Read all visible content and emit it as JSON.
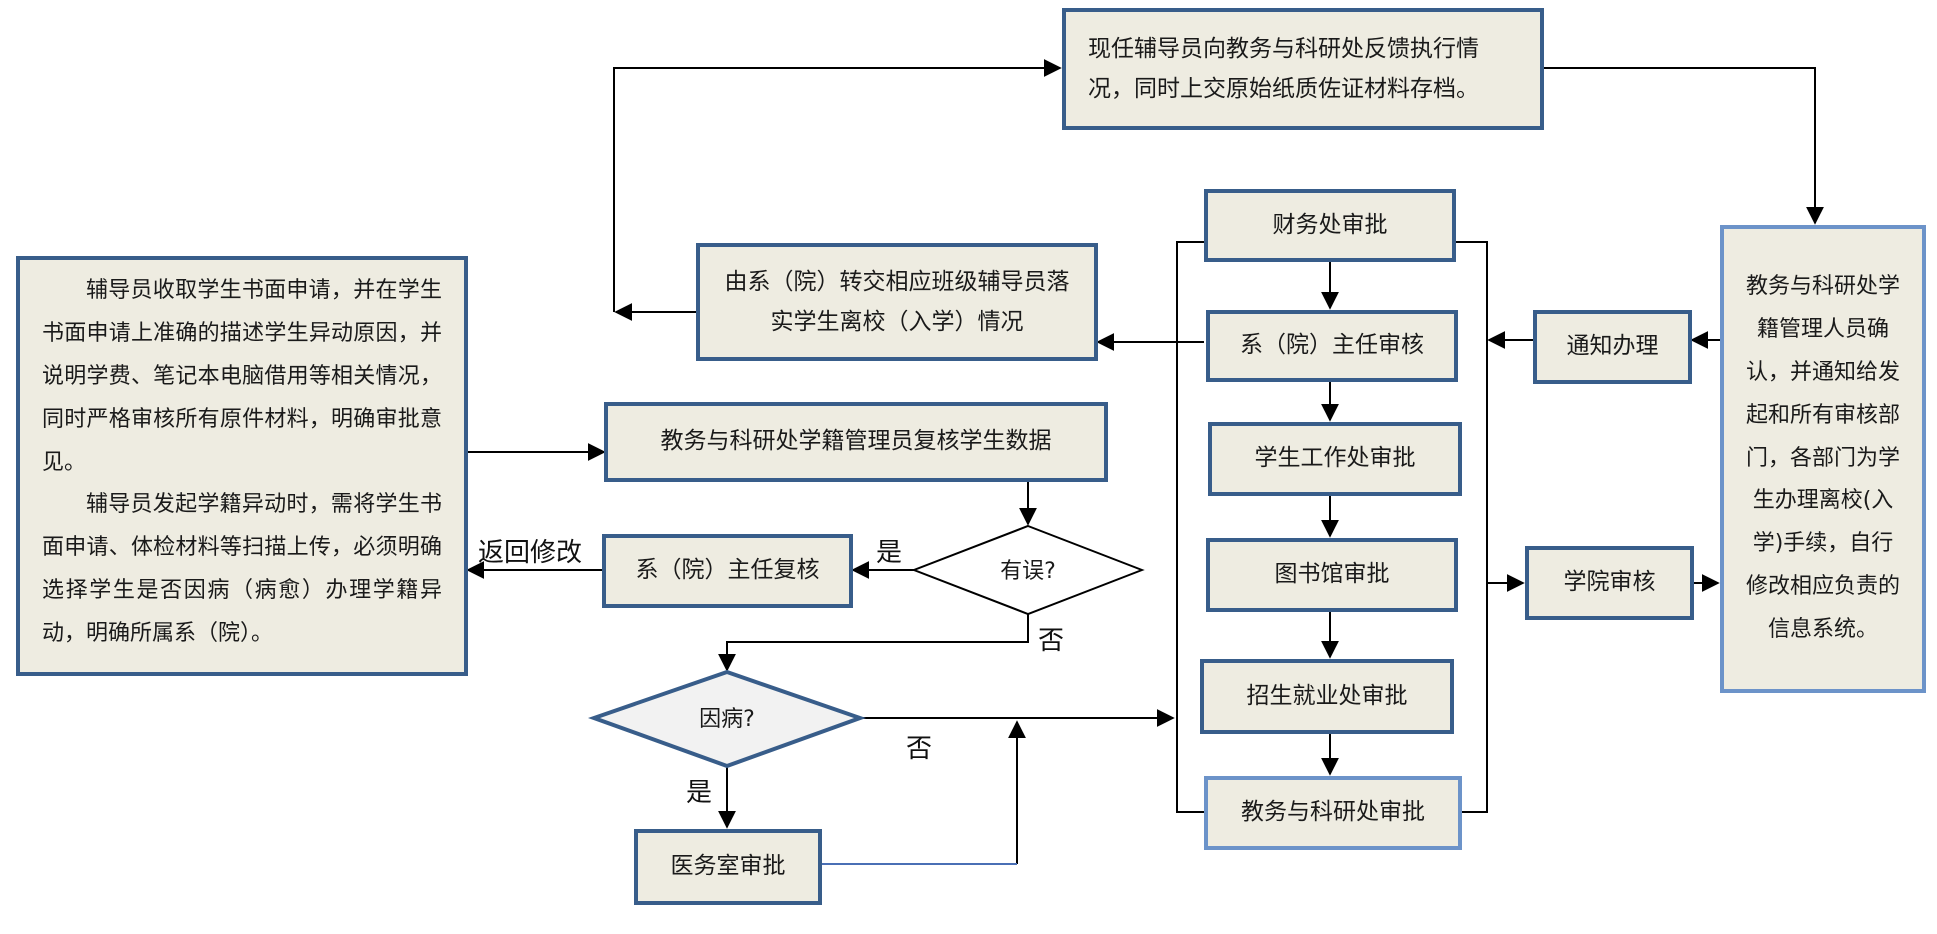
{
  "nodes": {
    "feedback": "现任辅导员向教务与科研处反馈执行情况，同时上交原始纸质佐证材料存档。",
    "counselor_p1": "辅导员收取学生书面申请，并在学生书面申请上准确的描述学生异动原因，并说明学费、笔记本电脑借用等相关情况，同时严格审核所有原件材料，明确审批意见。",
    "counselor_p2": "辅导员发起学籍异动时，需将学生书面申请、体检材料等扫描上传，必须明确选择学生是否因病（病愈）办理学籍异动，明确所属系（院）。",
    "transfer": "由系（院）转交相应班级辅导员落实学生离校（入学）情况",
    "review_data": "教务与科研处学籍管理员复核学生数据",
    "dept_recheck": "系（院）主任复核",
    "has_error": "有误?",
    "due_illness": "因病?",
    "medical": "医务室审批",
    "finance": "财务处审批",
    "dept_review": "系（院）主任审核",
    "student_affairs": "学生工作处审批",
    "library": "图书馆审批",
    "admissions": "招生就业处审批",
    "academic": "教务与科研处审批",
    "notify": "通知办理",
    "college_review": "学院审核",
    "registrar": "教务与科研处学籍管理人员确认，并通知给发起和所有审核部门，各部门为学生办理离校(入学)手续，自行修改相应负责的信息系统。"
  },
  "labels": {
    "return_modify": "返回修改",
    "yes_error": "是",
    "no_error": "否",
    "no_illness": "否",
    "yes_illness": "是"
  },
  "colors": {
    "box_fill": "#eeece1",
    "box_border": "#385d8a",
    "box_border_light": "#6c93c9",
    "diamond_fill": "#f2f2f2",
    "line": "#000000",
    "accent_line": "#4a6fb5"
  }
}
